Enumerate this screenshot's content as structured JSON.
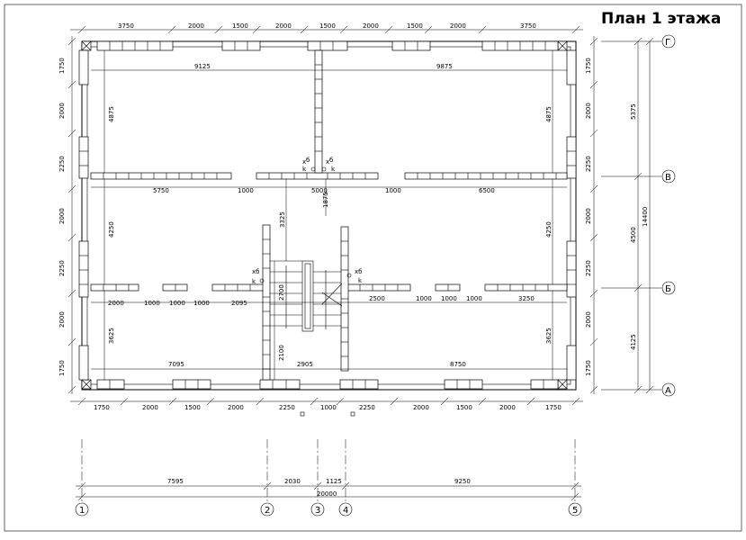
{
  "title": "План  1 этажа",
  "axes_letters": [
    "Г",
    "В",
    "Б",
    "А"
  ],
  "axes_numbers": [
    "1",
    "2",
    "3",
    "4",
    "5"
  ],
  "dims_top": [
    "3750",
    "2000",
    "1500",
    "2000",
    "1500",
    "2000",
    "1500",
    "2000",
    "3750"
  ],
  "dims_bottom": [
    "1750",
    "2000",
    "1500",
    "2000",
    "2250",
    "1000",
    "2250",
    "2000",
    "1500",
    "2000",
    "1750"
  ],
  "dims_left": [
    "1750",
    "2000",
    "2250",
    "2000",
    "2250",
    "2000",
    "1750"
  ],
  "dims_right": [
    "1750",
    "2000",
    "2250",
    "2000",
    "2250",
    "2000",
    "1750"
  ],
  "dims_right_axis": [
    "5375",
    "4500",
    "4125"
  ],
  "dims_right_total": "14400",
  "dims_interior_top": [
    "9125",
    "9875"
  ],
  "dims_interior_mid": [
    "5750",
    "1000",
    "5000",
    "1000",
    "6500"
  ],
  "dims_interior_low": [
    "2000",
    "1000",
    "1000",
    "1000",
    "2095",
    "2500",
    "1000",
    "1000",
    "1000",
    "3250"
  ],
  "dims_interior_bottom": [
    "7095",
    "2905",
    "8750"
  ],
  "dims_interior_vertical": [
    "4875",
    "4875",
    "4250",
    "4250",
    "3625",
    "3625",
    "3325",
    "1875",
    "2700",
    "2100"
  ],
  "dims_axis_spans": [
    "7595",
    "2030",
    "1125",
    "9250"
  ],
  "dims_axis_total": "20000",
  "labels_vent_top": [
    "x",
    "б",
    "k"
  ],
  "labels_vent": [
    "xб",
    "k"
  ]
}
